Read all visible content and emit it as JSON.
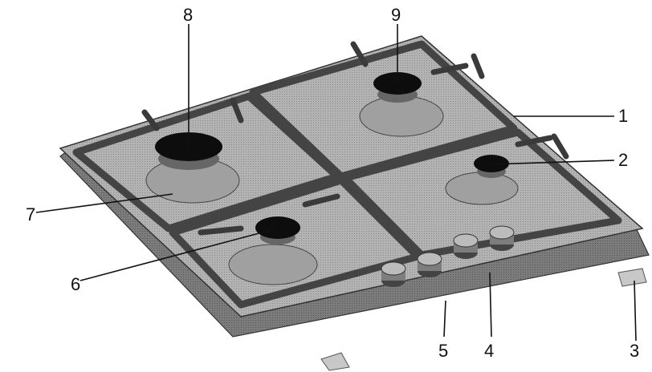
{
  "callouts": {
    "c1": "1",
    "c2": "2",
    "c3": "3",
    "c4": "4",
    "c5": "5",
    "c6": "6",
    "c7": "7",
    "c8": "8",
    "c9": "9"
  },
  "colors": {
    "hob_top": "#a9a9a9",
    "hob_front": "#8e8e8e",
    "grate": "#5a5a5a",
    "burner_cap": "#0d0d0d",
    "knob": "#7d7d7d"
  }
}
